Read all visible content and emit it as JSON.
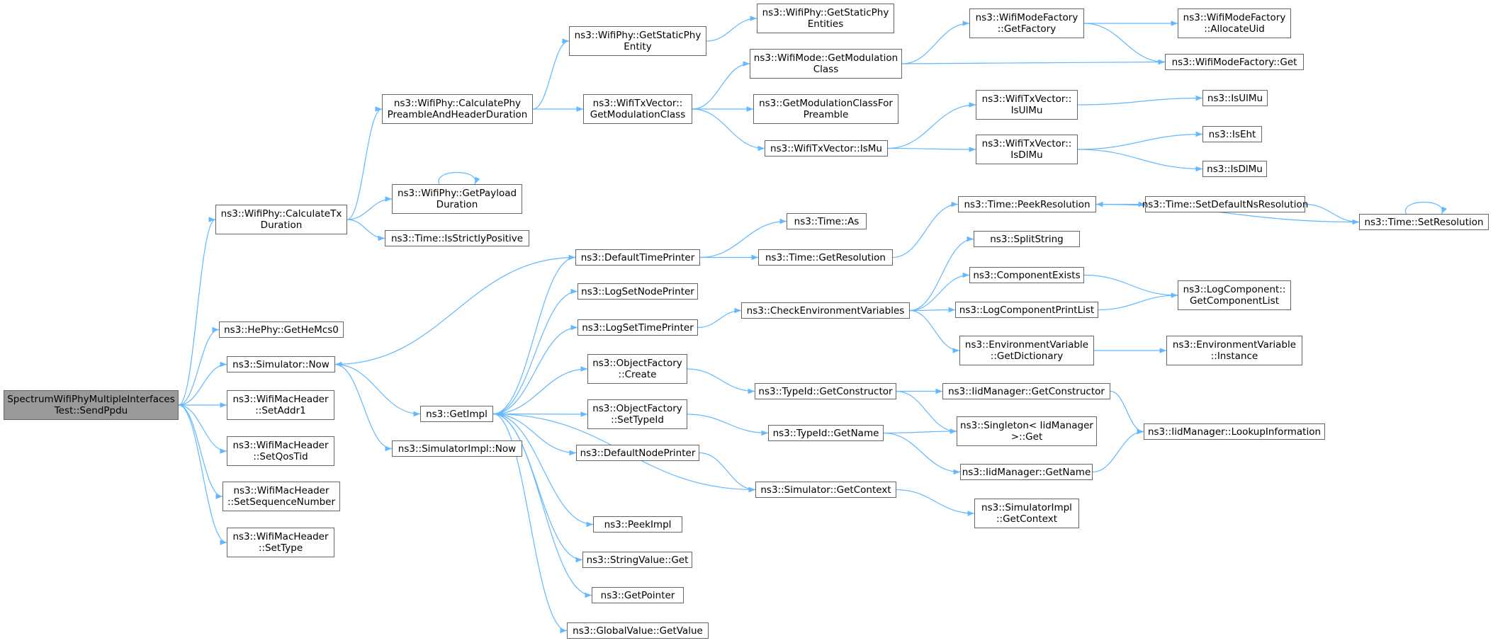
{
  "diagram": {
    "type": "call-graph",
    "colors": {
      "edge": "#63b8ff",
      "node_border": "#666666",
      "node_fill": "#ffffff",
      "root_fill": "#999999"
    },
    "nodes": [
      {
        "id": "root",
        "label": "SpectrumWifiPhyMultipleInterfaces\nTest::SendPpdu",
        "root": true
      },
      {
        "id": "calcTx",
        "label": "ns3::WifiPhy::CalculateTx\nDuration"
      },
      {
        "id": "getHeMcs0",
        "label": "ns3::HePhy::GetHeMcs0"
      },
      {
        "id": "simNow",
        "label": "ns3::Simulator::Now"
      },
      {
        "id": "setAddr1",
        "label": "ns3::WifiMacHeader\n::SetAddr1"
      },
      {
        "id": "setQosTid",
        "label": "ns3::WifiMacHeader\n::SetQosTid"
      },
      {
        "id": "setSeq",
        "label": "ns3::WifiMacHeader\n::SetSequenceNumber"
      },
      {
        "id": "setType",
        "label": "ns3::WifiMacHeader\n::SetType"
      },
      {
        "id": "calcPre",
        "label": "ns3::WifiPhy::CalculatePhy\nPreambleAndHeaderDuration"
      },
      {
        "id": "getPayload",
        "label": "ns3::WifiPhy::GetPayload\nDuration"
      },
      {
        "id": "isStrict",
        "label": "ns3::Time::IsStrictlyPositive"
      },
      {
        "id": "getImpl",
        "label": "ns3::GetImpl"
      },
      {
        "id": "simImplNow",
        "label": "ns3::SimulatorImpl::Now"
      },
      {
        "id": "getStaticPhy1",
        "label": "ns3::WifiPhy::GetStaticPhy\nEntity"
      },
      {
        "id": "getModClassTx",
        "label": "ns3::WifiTxVector::\nGetModulationClass"
      },
      {
        "id": "defTimePrinter",
        "label": "ns3::DefaultTimePrinter"
      },
      {
        "id": "logSetNode",
        "label": "ns3::LogSetNodePrinter"
      },
      {
        "id": "logSetTime",
        "label": "ns3::LogSetTimePrinter"
      },
      {
        "id": "objCreate",
        "label": "ns3::ObjectFactory\n::Create"
      },
      {
        "id": "objSetTypeId",
        "label": "ns3::ObjectFactory\n::SetTypeId"
      },
      {
        "id": "defNodePrinter",
        "label": "ns3::DefaultNodePrinter"
      },
      {
        "id": "peekImpl",
        "label": "ns3::PeekImpl"
      },
      {
        "id": "strValGet",
        "label": "ns3::StringValue::Get"
      },
      {
        "id": "getPointer",
        "label": "ns3::GetPointer"
      },
      {
        "id": "globalGetValue",
        "label": "ns3::GlobalValue::GetValue"
      },
      {
        "id": "getStaticPhy2",
        "label": "ns3::WifiPhy::GetStaticPhy\nEntities"
      },
      {
        "id": "wmGetModClass",
        "label": "ns3::WifiMode::GetModulation\nClass"
      },
      {
        "id": "getModClassFor",
        "label": "ns3::GetModulationClassFor\nPreamble"
      },
      {
        "id": "isMu",
        "label": "ns3::WifiTxVector::IsMu"
      },
      {
        "id": "timeAs",
        "label": "ns3::Time::As"
      },
      {
        "id": "timeGetRes",
        "label": "ns3::Time::GetResolution"
      },
      {
        "id": "checkEnv",
        "label": "ns3::CheckEnvironmentVariables"
      },
      {
        "id": "typeGetCtor",
        "label": "ns3::TypeId::GetConstructor"
      },
      {
        "id": "typeGetName",
        "label": "ns3::TypeId::GetName"
      },
      {
        "id": "simGetCtx",
        "label": "ns3::Simulator::GetContext"
      },
      {
        "id": "wmfGetFactory",
        "label": "ns3::WifiModeFactory\n::GetFactory"
      },
      {
        "id": "txIsUlMu",
        "label": "ns3::WifiTxVector::\nIsUlMu"
      },
      {
        "id": "txIsDlMu",
        "label": "ns3::WifiTxVector::\nIsDlMu"
      },
      {
        "id": "peekRes",
        "label": "ns3::Time::PeekResolution"
      },
      {
        "id": "splitString",
        "label": "ns3::SplitString"
      },
      {
        "id": "compExists",
        "label": "ns3::ComponentExists"
      },
      {
        "id": "logCompPrint",
        "label": "ns3::LogComponentPrintList"
      },
      {
        "id": "envGetDict",
        "label": "ns3::EnvironmentVariable\n::GetDictionary"
      },
      {
        "id": "iidGetCtor",
        "label": "ns3::IidManager::GetConstructor"
      },
      {
        "id": "singletonGet",
        "label": "ns3::Singleton< IidManager\n>::Get"
      },
      {
        "id": "iidGetName",
        "label": "ns3::IidManager::GetName"
      },
      {
        "id": "simImplGetCtx",
        "label": "ns3::SimulatorImpl\n::GetContext"
      },
      {
        "id": "setDefNsRes",
        "label": "ns3::Time::SetDefaultNsResolution"
      },
      {
        "id": "wmfAllocUid",
        "label": "ns3::WifiModeFactory\n::AllocateUid"
      },
      {
        "id": "wmfGet",
        "label": "ns3::WifiModeFactory::Get"
      },
      {
        "id": "isUlMu",
        "label": "ns3::IsUlMu"
      },
      {
        "id": "isEht",
        "label": "ns3::IsEht"
      },
      {
        "id": "isDlMu",
        "label": "ns3::IsDlMu"
      },
      {
        "id": "setRes",
        "label": "ns3::Time::SetResolution"
      },
      {
        "id": "logCompGetList",
        "label": "ns3::LogComponent::\nGetComponentList"
      },
      {
        "id": "envInstance",
        "label": "ns3::EnvironmentVariable\n::Instance"
      },
      {
        "id": "iidLookup",
        "label": "ns3::IidManager::LookupInformation"
      }
    ],
    "edges": [
      [
        "root",
        "calcTx"
      ],
      [
        "root",
        "getHeMcs0"
      ],
      [
        "root",
        "simNow"
      ],
      [
        "root",
        "setAddr1"
      ],
      [
        "root",
        "setQosTid"
      ],
      [
        "root",
        "setSeq"
      ],
      [
        "root",
        "setType"
      ],
      [
        "calcTx",
        "calcPre"
      ],
      [
        "calcTx",
        "getPayload"
      ],
      [
        "calcTx",
        "isStrict"
      ],
      [
        "getPayload",
        "getPayload"
      ],
      [
        "simNow",
        "getImpl"
      ],
      [
        "simNow",
        "simImplNow"
      ],
      [
        "calcPre",
        "getStaticPhy1"
      ],
      [
        "calcPre",
        "getModClassTx"
      ],
      [
        "getStaticPhy1",
        "getStaticPhy2"
      ],
      [
        "getModClassTx",
        "wmGetModClass"
      ],
      [
        "getModClassTx",
        "getModClassFor"
      ],
      [
        "getModClassTx",
        "isMu"
      ],
      [
        "wmGetModClass",
        "wmfGetFactory"
      ],
      [
        "wmGetModClass",
        "wmfGet"
      ],
      [
        "wmfGetFactory",
        "wmfAllocUid"
      ],
      [
        "wmfGetFactory",
        "wmfGet"
      ],
      [
        "isMu",
        "txIsUlMu"
      ],
      [
        "isMu",
        "txIsDlMu"
      ],
      [
        "txIsUlMu",
        "isUlMu"
      ],
      [
        "txIsDlMu",
        "isEht"
      ],
      [
        "txIsDlMu",
        "isDlMu"
      ],
      [
        "getImpl",
        "defTimePrinter"
      ],
      [
        "getImpl",
        "logSetNode"
      ],
      [
        "getImpl",
        "logSetTime"
      ],
      [
        "getImpl",
        "objCreate"
      ],
      [
        "getImpl",
        "objSetTypeId"
      ],
      [
        "getImpl",
        "defNodePrinter"
      ],
      [
        "getImpl",
        "simGetCtx"
      ],
      [
        "getImpl",
        "peekImpl"
      ],
      [
        "getImpl",
        "strValGet"
      ],
      [
        "getImpl",
        "getPointer"
      ],
      [
        "getImpl",
        "globalGetValue"
      ],
      [
        "defTimePrinter",
        "simNow"
      ],
      [
        "defTimePrinter",
        "timeAs"
      ],
      [
        "defTimePrinter",
        "timeGetRes"
      ],
      [
        "timeGetRes",
        "peekRes"
      ],
      [
        "peekRes",
        "setDefNsRes"
      ],
      [
        "setDefNsRes",
        "setRes"
      ],
      [
        "setRes",
        "peekRes"
      ],
      [
        "setRes",
        "setRes"
      ],
      [
        "logSetTime",
        "checkEnv"
      ],
      [
        "checkEnv",
        "splitString"
      ],
      [
        "checkEnv",
        "compExists"
      ],
      [
        "checkEnv",
        "logCompPrint"
      ],
      [
        "checkEnv",
        "envGetDict"
      ],
      [
        "compExists",
        "logCompGetList"
      ],
      [
        "logCompPrint",
        "logCompGetList"
      ],
      [
        "envGetDict",
        "envInstance"
      ],
      [
        "objCreate",
        "typeGetCtor"
      ],
      [
        "objSetTypeId",
        "typeGetName"
      ],
      [
        "typeGetCtor",
        "iidGetCtor"
      ],
      [
        "typeGetCtor",
        "singletonGet"
      ],
      [
        "typeGetName",
        "singletonGet"
      ],
      [
        "typeGetName",
        "iidGetName"
      ],
      [
        "iidGetCtor",
        "iidLookup"
      ],
      [
        "iidGetName",
        "iidLookup"
      ],
      [
        "defNodePrinter",
        "simGetCtx"
      ],
      [
        "simGetCtx",
        "simImplGetCtx"
      ]
    ]
  }
}
